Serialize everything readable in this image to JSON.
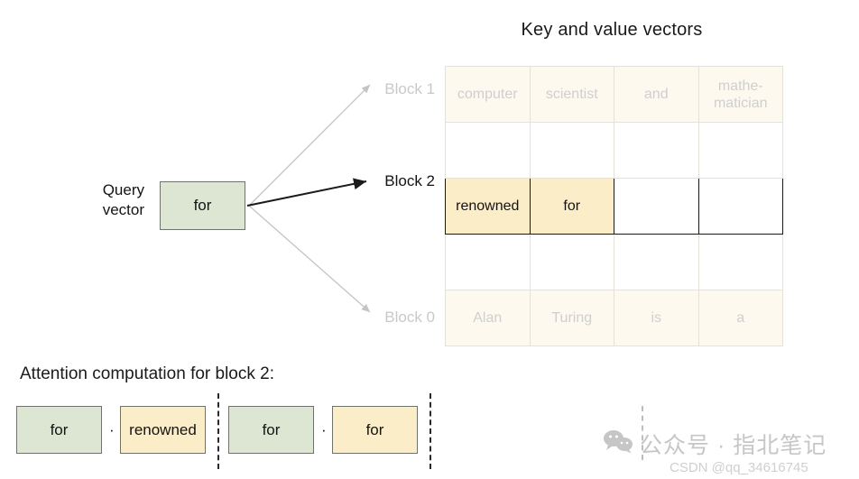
{
  "title": "Key and value vectors",
  "query": {
    "label_line1": "Query",
    "label_line2": "vector",
    "token": "for"
  },
  "blocks": [
    {
      "name": "block-1",
      "label": "Block 1",
      "active": false
    },
    {
      "name": "block-2",
      "label": "Block 2",
      "active": true
    },
    {
      "name": "block-0",
      "label": "Block 0",
      "active": false
    }
  ],
  "table": {
    "rows": [
      {
        "style": "faded",
        "cells": [
          "computer",
          "scientist",
          "and",
          "mathe-\nmatician"
        ]
      },
      {
        "style": "blank",
        "cells": [
          "",
          "",
          "",
          ""
        ]
      },
      {
        "style": "highlight",
        "cells": [
          "renowned",
          "for",
          "",
          ""
        ],
        "filled": [
          true,
          true,
          false,
          false
        ]
      },
      {
        "style": "blank",
        "cells": [
          "",
          "",
          "",
          ""
        ]
      },
      {
        "style": "blank",
        "cells": [
          "",
          "",
          "",
          ""
        ]
      },
      {
        "style": "faded",
        "cells": [
          "Alan",
          "Turing",
          "is",
          "a"
        ]
      }
    ]
  },
  "attention": {
    "title": "Attention computation for block 2:",
    "terms": [
      {
        "query": "for",
        "key": "renowned",
        "operator": "·"
      },
      {
        "query": "for",
        "key": "for",
        "operator": "·"
      }
    ]
  },
  "watermark": {
    "icon": "wechat-icon",
    "text": "公众号 · 指北笔记",
    "credit": "CSDN @qq_34616745"
  },
  "colors": {
    "green_fill": "#dde5d3",
    "yellow_fill": "#fbedc7",
    "faded_fill": "#fdf9ef",
    "faded_text": "#cfcfcf",
    "arrow_active": "#1a1a1a",
    "arrow_inactive": "#c4c4c4"
  }
}
